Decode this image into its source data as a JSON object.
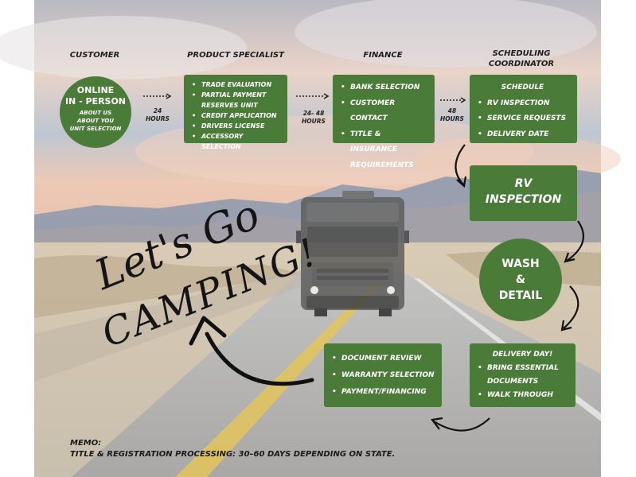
{
  "headers": {
    "customer": "CUSTOMER",
    "product_specialist": "PRODUCT SPECIALIST",
    "finance": "FINANCE",
    "scheduling_line1": "SCHEDULING",
    "scheduling_line2": "COORDINATOR"
  },
  "online_circle": {
    "line1": "ONLINE",
    "line2": "IN - PERSON",
    "sub1": "ABOUT US",
    "sub2": "ABOUT YOU",
    "sub3": "UNIT SELECTION"
  },
  "timings": {
    "t1_value": "24",
    "t1_unit": "HOURS",
    "t2_value": "24- 48",
    "t2_unit": "HOURS",
    "t3_value": "48",
    "t3_unit": "HOURS"
  },
  "product_specialist_items": [
    "TRADE EVALUATION",
    "PARTIAL PAYMENT",
    "RESERVES UNIT",
    "CREDIT APPLICATION",
    "DRIVERS LICENSE",
    "ACCESSORY SELECTION"
  ],
  "finance_items": [
    "BANK SELECTION",
    "CUSTOMER CONTACT",
    "TITLE & INSURANCE",
    "REQUIREMENTS"
  ],
  "schedule": {
    "title": "SCHEDULE",
    "items": [
      "RV INSPECTION",
      "SERVICE REQUESTS",
      "DELIVERY DATE"
    ]
  },
  "rv_inspection": {
    "line1": "RV",
    "line2": "INSPECTION"
  },
  "wash_detail": {
    "line1": "WASH",
    "line2": "&",
    "line3": "DETAIL"
  },
  "delivery": {
    "title": "DELIVERY DAY!",
    "items": [
      "BRING ESSENTIAL",
      "DOCUMENTS",
      "WALK THROUGH"
    ]
  },
  "document_items": [
    "DOCUMENT REVIEW",
    "WARRANTY SELECTION",
    "PAYMENT/FINANCING"
  ],
  "lets_go": {
    "line1": "Let's Go",
    "line2": "CAMPING!"
  },
  "memo": {
    "label": "MEMO:",
    "text": "TITLE & REGISTRATION PROCESSING: 30–60 DAYS DEPENDING ON STATE."
  },
  "colors": {
    "green": "#4b7b39",
    "text_dark": "#1e1e1e"
  }
}
